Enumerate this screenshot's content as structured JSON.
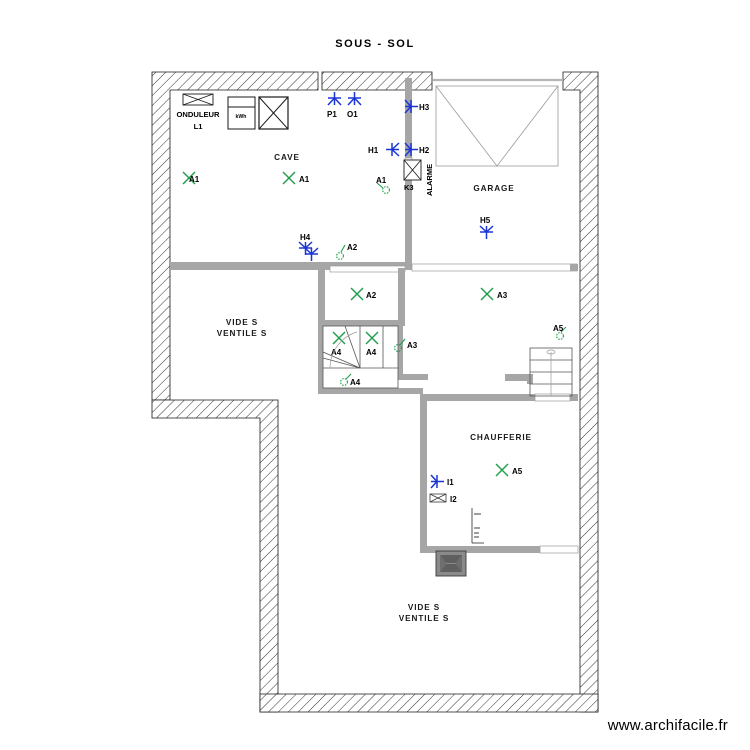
{
  "document": {
    "title": "SOUS - SOL",
    "footer_url": "www.archifacile.fr"
  },
  "rooms": [
    {
      "id": "cave",
      "label": "CAVE"
    },
    {
      "id": "garage",
      "label": "GARAGE"
    },
    {
      "id": "vides-ventiles-left",
      "label_line1": "VIDE S",
      "label_line2": "VENTILE S"
    },
    {
      "id": "chaufferie",
      "label": "CHAUFFERIE"
    },
    {
      "id": "vides-ventiles-bottom",
      "label_line1": "VIDE S",
      "label_line2": "VENTILE S"
    }
  ],
  "equipment": {
    "onduleur_label": "ONDULEUR",
    "onduleur_circuit": "L1",
    "meter_label": "kWh",
    "alarme_label": "ALARME"
  },
  "markers": {
    "blue_fixtures": [
      {
        "id": "P1",
        "label": "P1"
      },
      {
        "id": "O1",
        "label": "O1"
      },
      {
        "id": "H3",
        "label": "H3"
      },
      {
        "id": "H1",
        "label": "H1"
      },
      {
        "id": "H2",
        "label": "H2"
      },
      {
        "id": "H5",
        "label": "H5"
      },
      {
        "id": "H4",
        "label": "H4"
      },
      {
        "id": "I1",
        "label": "I1"
      }
    ],
    "dark_fixtures": [
      {
        "id": "K3",
        "label": "K3"
      },
      {
        "id": "I2",
        "label": "I2"
      }
    ],
    "green_ceiling_points": [
      {
        "id": "A1-left",
        "label": "A1"
      },
      {
        "id": "A1-mid",
        "label": "A1"
      },
      {
        "id": "A2-room",
        "label": "A2"
      },
      {
        "id": "A3-garage",
        "label": "A3"
      },
      {
        "id": "A4-stair-upper-left",
        "label": "A4"
      },
      {
        "id": "A4-stair-upper-right",
        "label": "A4"
      },
      {
        "id": "A5-chaufferie",
        "label": "A5"
      }
    ],
    "green_switches": [
      {
        "id": "A1-switch",
        "label": "A1"
      },
      {
        "id": "A2-switch",
        "label": "A2"
      },
      {
        "id": "A3-switch",
        "label": "A3"
      },
      {
        "id": "A4-switch",
        "label": "A4"
      },
      {
        "id": "A5-switch",
        "label": "A5"
      }
    ]
  },
  "colors": {
    "wall_fill": "#a6a6a6",
    "wall_stroke": "#8f8f8f",
    "hatch_stroke": "#1a1a1a",
    "fixture_blue": "#1a35d6",
    "fixture_green": "#1e9e4a",
    "text": "#000000",
    "thin_line": "#9a9a9a"
  }
}
